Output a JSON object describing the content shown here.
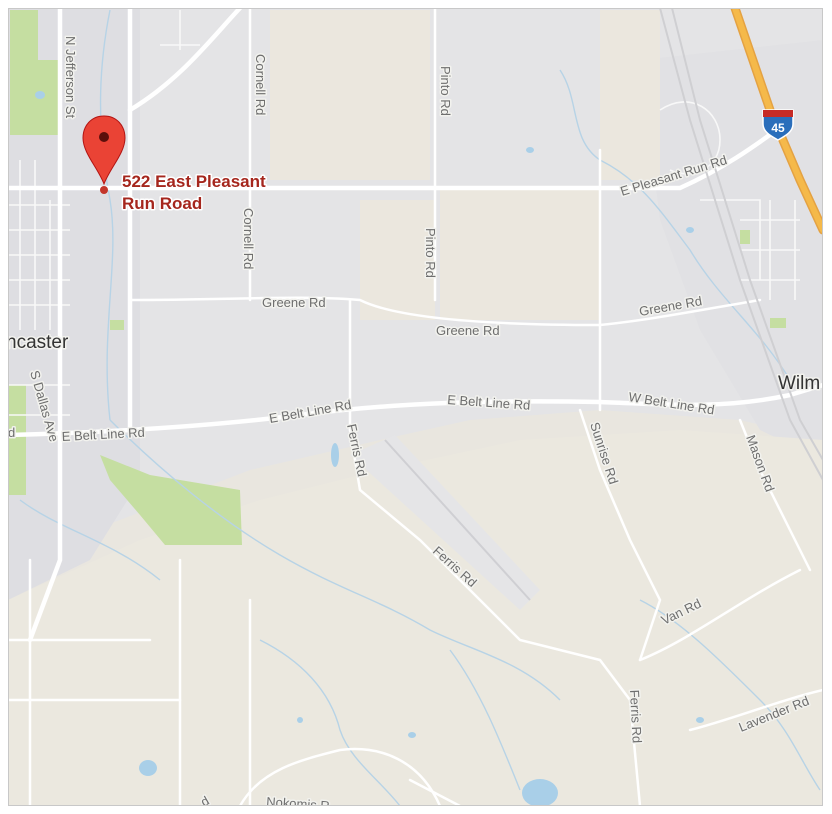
{
  "map": {
    "marker": {
      "label_line1": "522 East Pleasant",
      "label_line2": "Run Road",
      "color": "#ea4335"
    },
    "places": {
      "lancaster": "ncaster",
      "wilmer": "Wilm"
    },
    "highway": {
      "number": "45",
      "color": "#f5b94a"
    },
    "roads": {
      "n_jefferson": "N Jefferson St",
      "cornell_north": "Cornell Rd",
      "cornell_south": "Cornell Rd",
      "pinto_north": "Pinto Rd",
      "pinto_south": "Pinto Rd",
      "e_pleasant_run": "E Pleasant Run Rd",
      "greene_west": "Greene Rd",
      "greene_mid": "Greene Rd",
      "greene_east": "Greene Rd",
      "s_dallas": "S Dallas Ave",
      "e_belt_line_west": "E Belt Line Rd",
      "e_belt_line_mid": "E Belt Line Rd",
      "e_belt_line_east": "E Belt Line Rd",
      "w_belt_line": "W Belt Line Rd",
      "ferris_north": "Ferris Rd",
      "ferris_mid": "Ferris Rd",
      "ferris_south": "Ferris Rd",
      "sunrise": "Sunrise Rd",
      "mason": "Mason Rd",
      "van": "Van Rd",
      "lavender": "Lavender Rd",
      "nokomis": "Nokomis R",
      "road_fragment": "d",
      "road_fragment_west": "d"
    },
    "colors": {
      "land": "#e9e6df",
      "urban": "#e3e3e4",
      "park": "#c5dea1",
      "water": "#a9cfe8",
      "road": "#ffffff"
    }
  }
}
